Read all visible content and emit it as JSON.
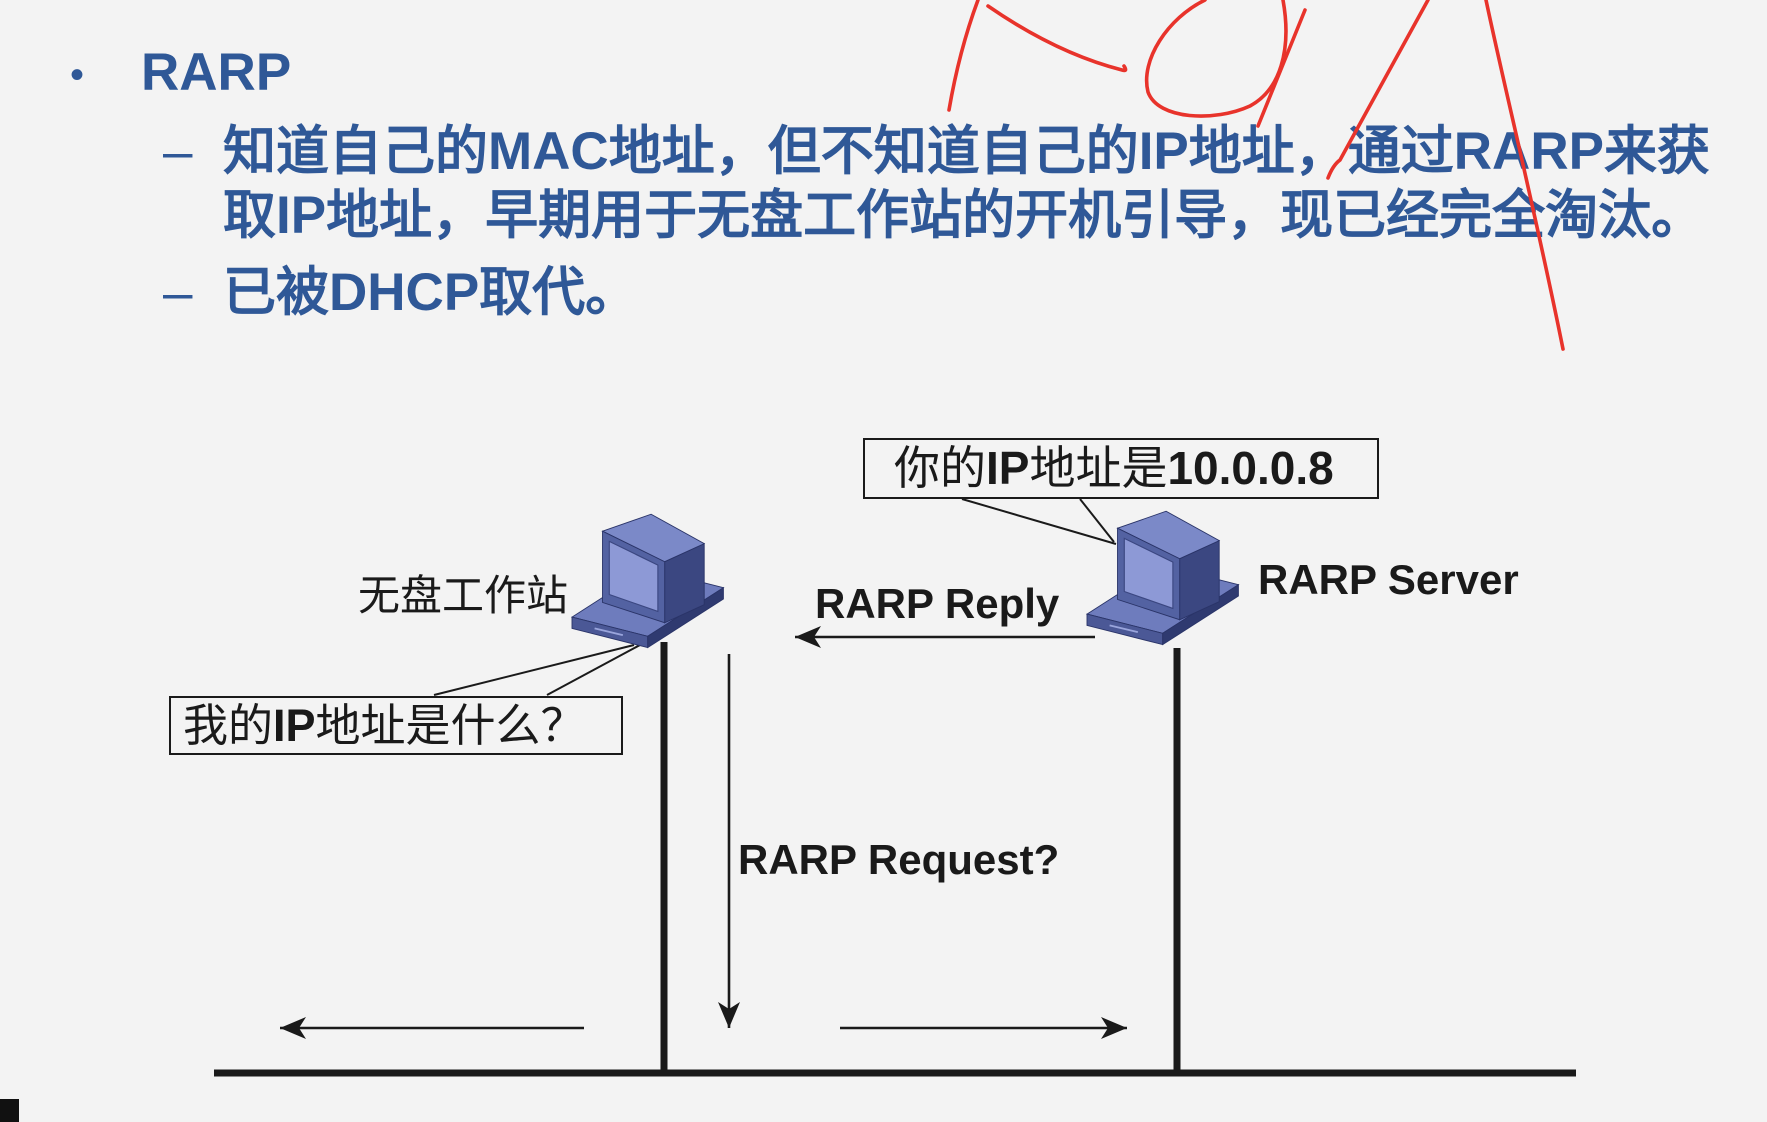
{
  "slide": {
    "bullet_symbol": "•",
    "heading": "RARP",
    "sub_dash": "–",
    "sub_points": [
      {
        "lines": [
          "知道自己的MAC地址，但不知道自己的IP地址，通过RARP来获",
          "取IP地址，早期用于无盘工作站的开机引导，现已经完全淘汰。"
        ]
      },
      {
        "lines": [
          "已被DHCP取代。"
        ]
      }
    ]
  },
  "diagram": {
    "client_label": "无盘工作站",
    "client_question": {
      "parts": [
        "我的",
        "IP",
        "地址是什么？"
      ]
    },
    "server_label": "RARP Server",
    "server_answer": {
      "parts": [
        "你的",
        "IP",
        "地址是",
        "10.0.0.8"
      ]
    },
    "reply_label": "RARP Reply",
    "request_label": "RARP Request?"
  },
  "icons": {
    "client": "desktop-computer-icon",
    "server": "desktop-computer-icon"
  },
  "colors": {
    "background": "#f3f3f3",
    "heading_text": "#2f5897",
    "diagram_line": "#1a1a1a",
    "annotation": "#e8332b"
  }
}
